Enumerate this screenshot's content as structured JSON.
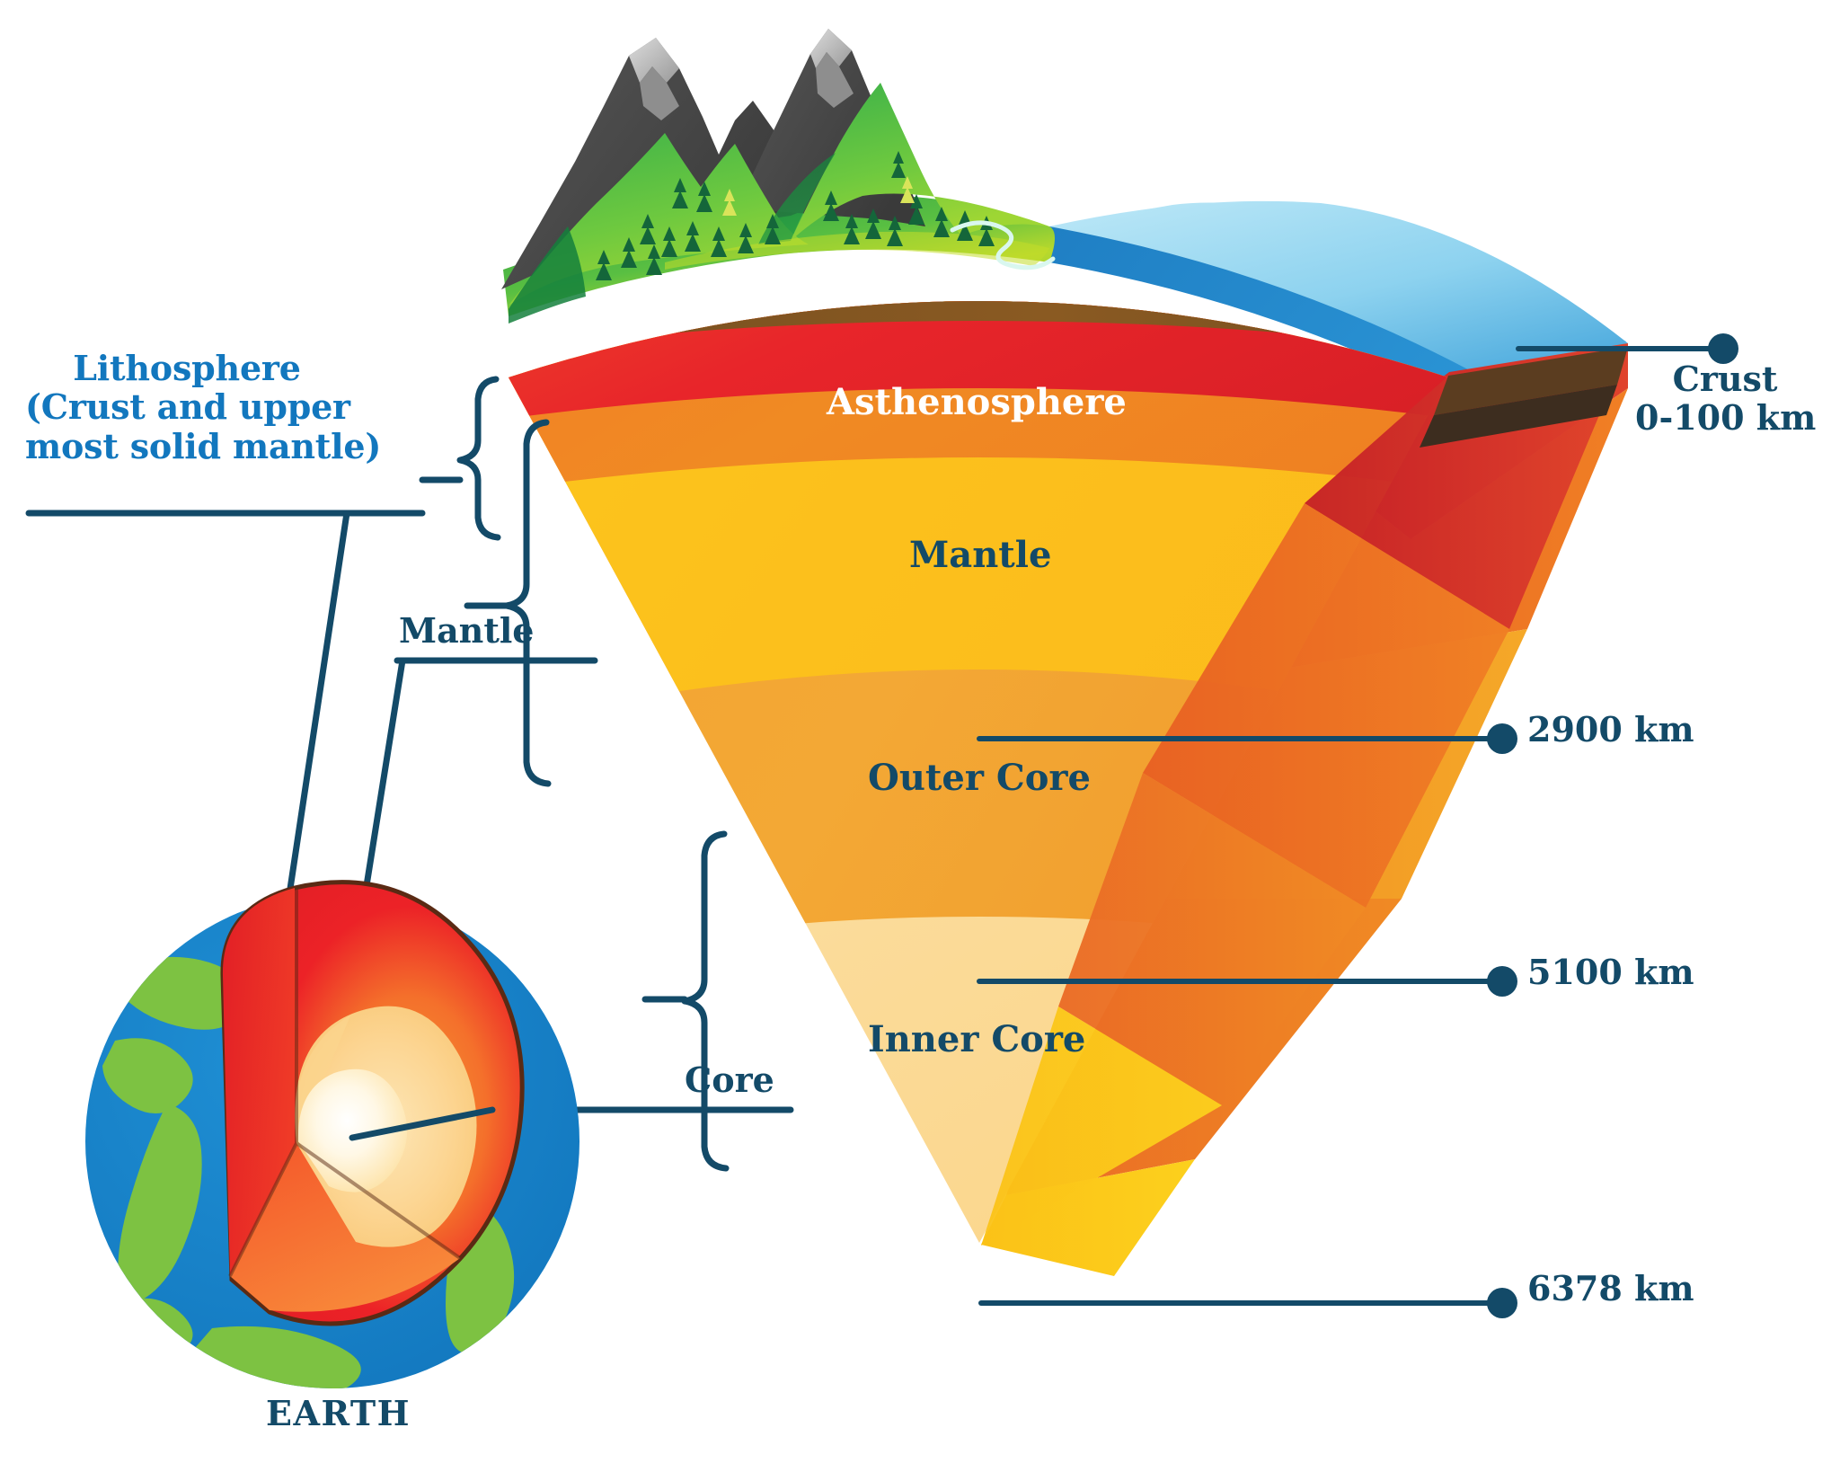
{
  "diagram": {
    "title": "Earth internal structure cross-section",
    "earth_caption": "EARTH"
  },
  "left_labels": {
    "lithosphere": "Lithosphere\n(Crust and upper\nmost solid mantle)",
    "mantle": "Mantle",
    "core": "Core"
  },
  "wedge_labels": {
    "asthenosphere": "Asthenosphere",
    "mantle": "Mantle",
    "outer_core": "Outer Core",
    "inner_core": "Inner Core"
  },
  "depth_markers": [
    {
      "label": "Crust\n0-100 km",
      "line1": "Crust",
      "line2": "0-100 km"
    },
    {
      "label": "2900 km"
    },
    {
      "label": "5100 km"
    },
    {
      "label": "6378 km"
    }
  ],
  "colors": {
    "label_navy": "#134a68",
    "label_blue": "#1277be",
    "ocean_top": "#9fdcf3",
    "ocean_side": "#1c83c6",
    "land_green": "#3fae49",
    "crust_dark": "#3c2d20",
    "crust_brown": "#7a4f22",
    "asthenosphere_red": "#e8252a",
    "upper_mantle_orange": "#f07f24",
    "mantle_yellow": "#fcc01c",
    "outer_core_orange": "#f2a030",
    "inner_core_cream": "#fbdc9b",
    "rock_gray": "#4a4a4a",
    "snow_gray": "#bdbdbd"
  }
}
